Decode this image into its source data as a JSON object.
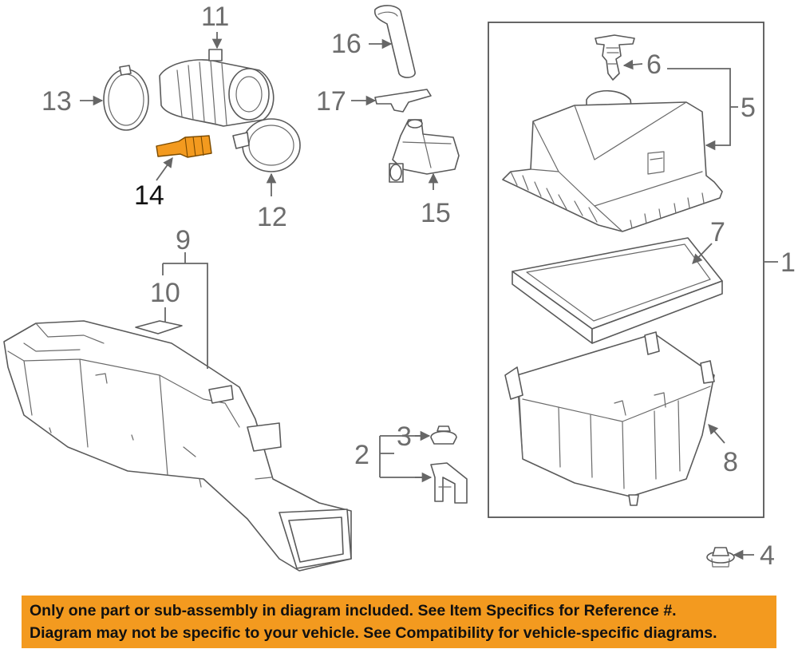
{
  "diagram": {
    "highlight_color": "#f39a1f",
    "callouts": [
      {
        "id": "1",
        "label": "1"
      },
      {
        "id": "2",
        "label": "2"
      },
      {
        "id": "3",
        "label": "3"
      },
      {
        "id": "4",
        "label": "4"
      },
      {
        "id": "5",
        "label": "5"
      },
      {
        "id": "6",
        "label": "6"
      },
      {
        "id": "7",
        "label": "7"
      },
      {
        "id": "8",
        "label": "8"
      },
      {
        "id": "9",
        "label": "9"
      },
      {
        "id": "10",
        "label": "10"
      },
      {
        "id": "11",
        "label": "11"
      },
      {
        "id": "12",
        "label": "12"
      },
      {
        "id": "13",
        "label": "13"
      },
      {
        "id": "14",
        "label": "14"
      },
      {
        "id": "15",
        "label": "15"
      },
      {
        "id": "16",
        "label": "16"
      },
      {
        "id": "17",
        "label": "17"
      }
    ]
  },
  "banner": {
    "background": "#f39a1f",
    "line1": "Only one part or sub-assembly in diagram included. See Item Specifics for Reference #.",
    "line2": "Diagram may not be specific to your vehicle. See Compatibility for vehicle-specific diagrams."
  }
}
